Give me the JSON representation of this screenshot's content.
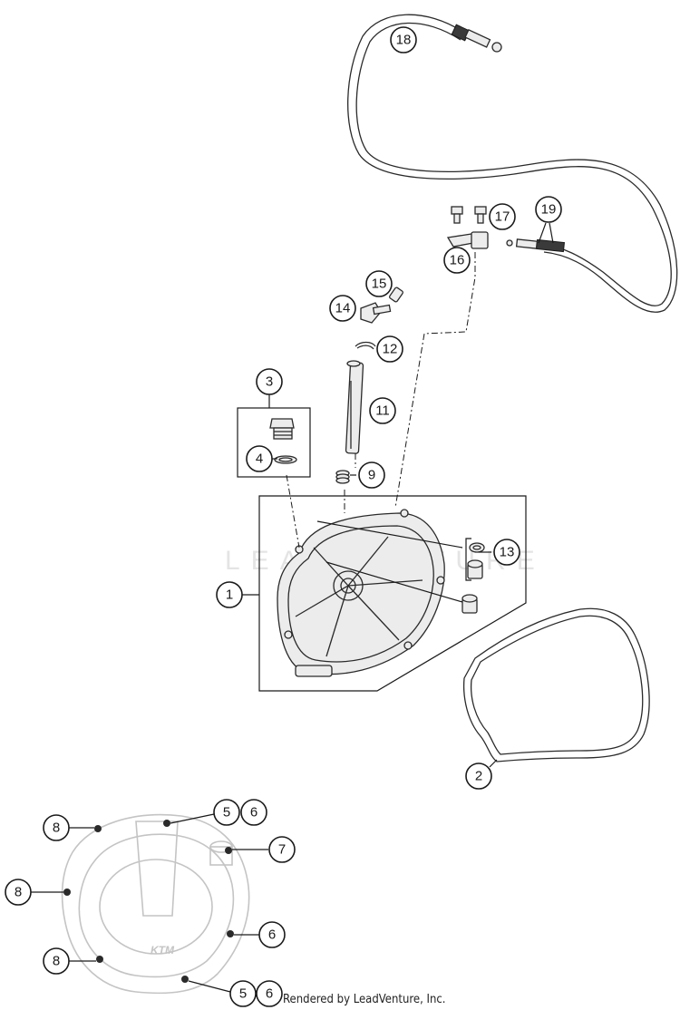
{
  "callouts": [
    {
      "id": "c18",
      "label": "18"
    },
    {
      "id": "c19",
      "label": "19"
    },
    {
      "id": "c17",
      "label": "17"
    },
    {
      "id": "c16",
      "label": "16"
    },
    {
      "id": "c15",
      "label": "15"
    },
    {
      "id": "c14",
      "label": "14"
    },
    {
      "id": "c12",
      "label": "12"
    },
    {
      "id": "c11",
      "label": "11"
    },
    {
      "id": "c3",
      "label": "3"
    },
    {
      "id": "c4",
      "label": "4"
    },
    {
      "id": "c9",
      "label": "9"
    },
    {
      "id": "c13",
      "label": "13"
    },
    {
      "id": "c1",
      "label": "1"
    },
    {
      "id": "c2",
      "label": "2"
    },
    {
      "id": "c8a",
      "label": "8"
    },
    {
      "id": "c5a",
      "label": "5"
    },
    {
      "id": "c6a",
      "label": "6"
    },
    {
      "id": "c7",
      "label": "7"
    },
    {
      "id": "c8b",
      "label": "8"
    },
    {
      "id": "c6b",
      "label": "6"
    },
    {
      "id": "c8c",
      "label": "8"
    },
    {
      "id": "c5b",
      "label": "5"
    },
    {
      "id": "c6c",
      "label": "6"
    }
  ],
  "watermark": "LEADVENTURE",
  "cover_logo": "KTM",
  "credit": "Rendered by LeadVenture, Inc."
}
